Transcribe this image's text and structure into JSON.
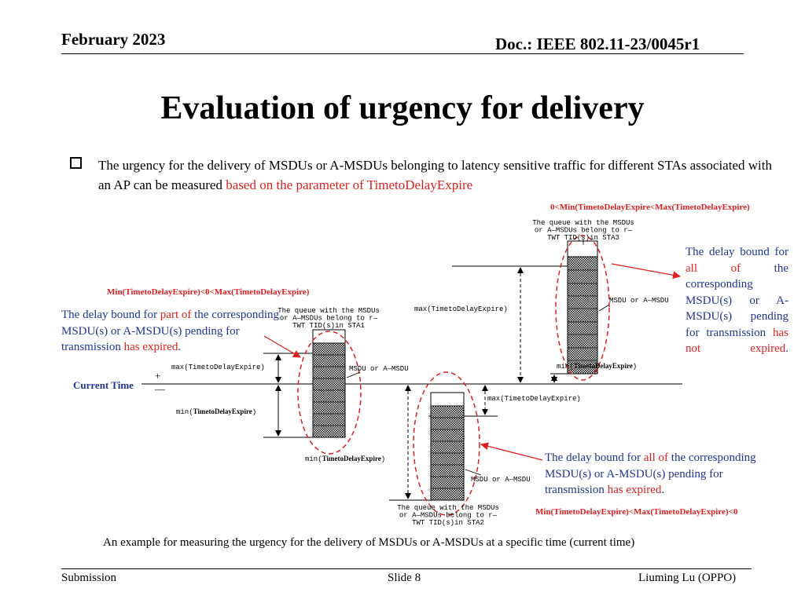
{
  "header": {
    "date": "February 2023",
    "doc": "Doc.: IEEE 802.11-23/0045r1"
  },
  "title": "Evaluation of urgency for delivery",
  "bullet": {
    "text_plain": "The urgency for the delivery of MSDUs or A-MSDUs belonging to latency sensitive traffic for different STAs associated with an AP can be measured ",
    "text_red": "based on the parameter of TimetoDelayExpire"
  },
  "diagram": {
    "cond_sta3": "0<Min(TimetoDelayExpire<Max(TimetoDelayExpire)",
    "cond_sta1": "Min(TimetoDelayExpire)<0<Max(TimetoDelayExpire)",
    "cond_sta2": "Min(TimetoDelayExpire)<Max(TimetoDelayExpire)<0",
    "current_time": "Current Time",
    "plus": "+",
    "minus": "—",
    "max_label": "max(TimetoDelayExpire)",
    "min_prefix": "min(",
    "min_bold": "TimetoDelayExpire",
    "min_suffix": ")",
    "msdu_label": "MSDU or A—MSDU",
    "sta3_queue": [
      "The queue with the MSDUs",
      "or A—MSDUs belong to r—",
      "TWT TID(s)in STA3"
    ],
    "sta1_queue": [
      "The queue with the MSDUs",
      "or A—MSDUs belong to r—",
      "TWT TID(s)in STA1"
    ],
    "sta2_queue": [
      "The queue with the MSDUs",
      "or A—MSDUs belong to r—",
      "TWT TID(s)in STA2"
    ],
    "note_sta3": {
      "p1": "The delay bound for ",
      "p2": "all of",
      "p3": " the corresponding MSDU(s) or A-MSDU(s) pending for transmission ",
      "p4": "has not expired",
      "p5": "."
    },
    "note_sta1": {
      "p1": "The delay bound for ",
      "p2": "part of",
      "p3": " the corresponding MSDU(s) or A-MSDU(s) pending for transmission ",
      "p4": "has expired",
      "p5": "."
    },
    "note_sta2": {
      "p1": "The delay bound for ",
      "p2": "all of",
      "p3": " the corresponding MSDU(s) or A-MSDU(s) pending for transmission ",
      "p4": "has expired",
      "p5": "."
    },
    "caption": "An example for measuring the urgency for the delivery of MSDUs or A-MSDUs at a specific time (current time)"
  },
  "footer": {
    "left": "Submission",
    "center": "Slide 8",
    "right": "Liuming Lu (OPPO)"
  },
  "colors": {
    "accent_red": "#e02020",
    "accent_blue": "#1f3690"
  }
}
